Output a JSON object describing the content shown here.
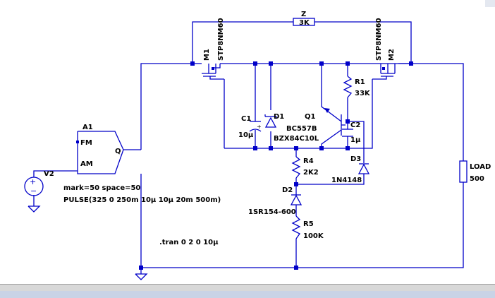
{
  "components": {
    "z": {
      "ref": "Z",
      "value": "3K"
    },
    "m1": {
      "ref": "M1",
      "value": "STP8NM60"
    },
    "m2": {
      "ref": "M2",
      "value": "STP8NM60"
    },
    "r1": {
      "ref": "R1",
      "value": "33K"
    },
    "c1": {
      "ref": "C1",
      "value": "10µ"
    },
    "d1": {
      "ref": "D1",
      "value": "BZX84C10L"
    },
    "q1": {
      "ref": "Q1",
      "value": "BC557B"
    },
    "c2": {
      "ref": "C2",
      "value": "1µ"
    },
    "d3": {
      "ref": "D3",
      "value": "1N4148"
    },
    "r4": {
      "ref": "R4",
      "value": "2K2"
    },
    "d2": {
      "ref": "D2",
      "value": "1SR154-600"
    },
    "r5": {
      "ref": "R5",
      "value": "100K"
    },
    "load": {
      "ref": "LOAD",
      "value": "500"
    },
    "a1": {
      "ref": "A1",
      "pin_fm": "FM",
      "pin_am": "AM",
      "pin_q": "Q",
      "params": "mark=50 space=50"
    },
    "v2": {
      "ref": "V2",
      "value": "PULSE(325 0 250m 10µ 10µ 20m 500m)"
    }
  },
  "directives": {
    "tran": ".tran 0 2 0 10µ"
  },
  "colors": {
    "wire": "#0000c8",
    "text": "#000000",
    "background": "#ffffff"
  }
}
